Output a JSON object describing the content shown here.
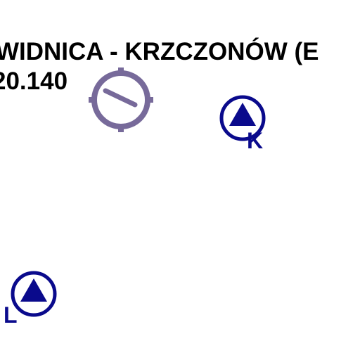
{
  "navaid": {
    "name": "WIDNICA - KRZCZONÓW (E",
    "frequency": "20.140",
    "symbol_icon": "vor-compass-icon",
    "symbol_color": "#776a9a"
  },
  "waypoints": [
    {
      "id": "K",
      "symbol_icon": "triangle-in-circle-icon",
      "color": "#0a0a8c"
    },
    {
      "id": "L",
      "symbol_icon": "triangle-in-circle-icon",
      "color": "#0a0a8c"
    }
  ],
  "label_color": "#000000",
  "background": "#ffffff"
}
